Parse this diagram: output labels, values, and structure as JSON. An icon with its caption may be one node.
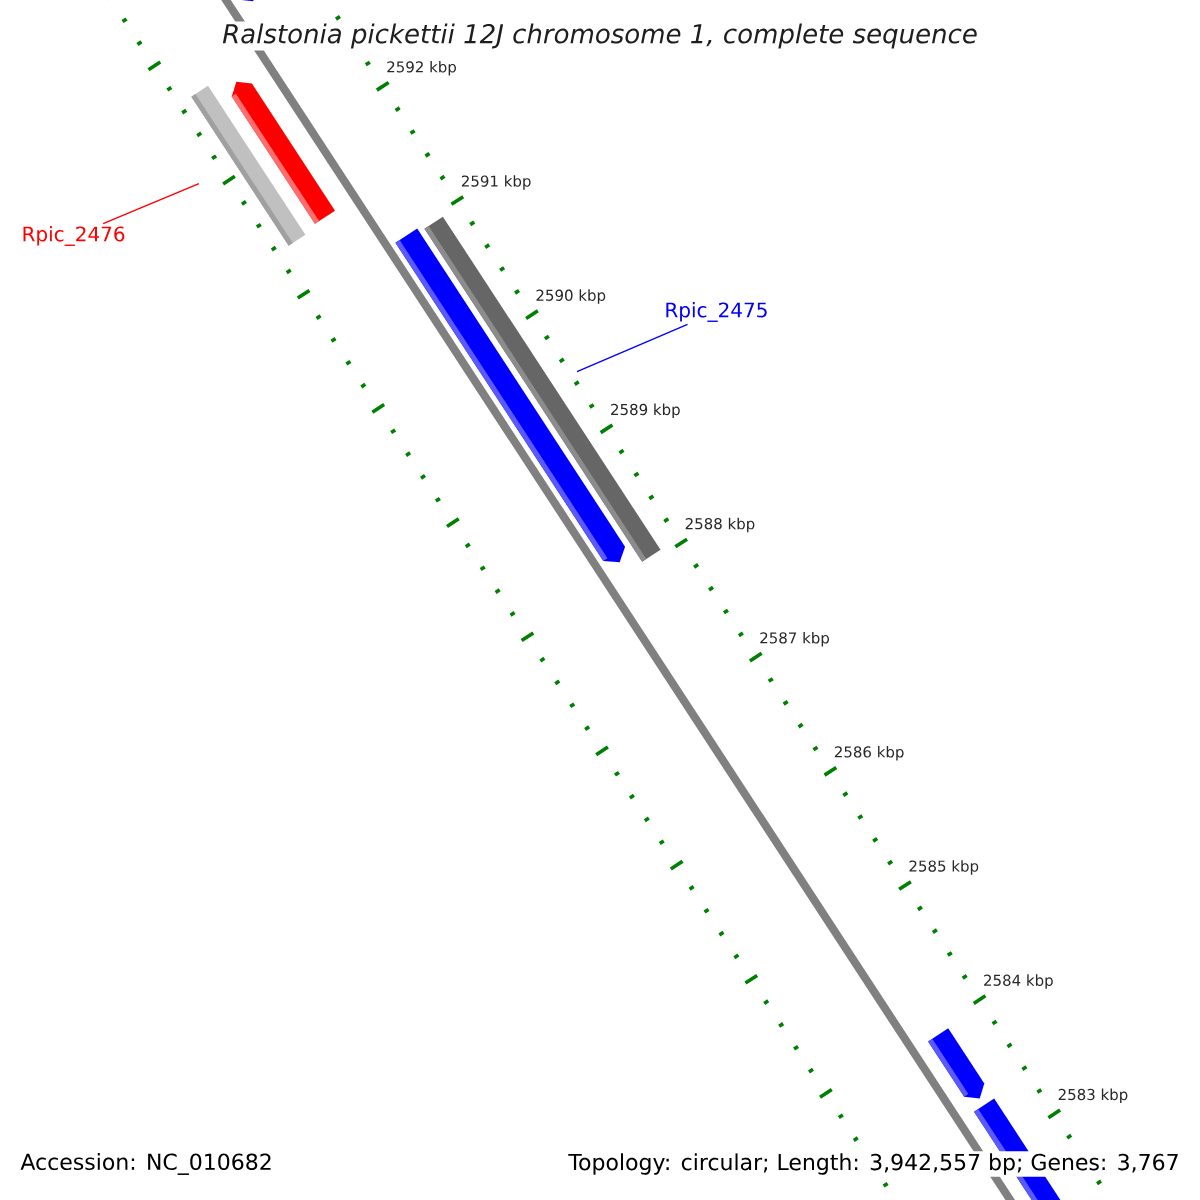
{
  "diagram": {
    "title": "Ralstonia pickettii 12J chromosome 1, complete sequence",
    "nodes": [
      {
        "text": [
          "Rpic_2476"
        ]
      },
      {
        "text": [],
        "shape": "arrow"
      },
      {
        "text": [
          "Rpic_2475"
        ]
      },
      {
        "text": [],
        "shape": "arrow"
      }
    ],
    "edges": [
      {
        "from": 0,
        "to": 1,
        "arrow": "none",
        "color": "#ff0000"
      },
      {
        "from": 2,
        "to": 3,
        "arrow": "none",
        "color": "#0000ff"
      }
    ],
    "labels": [
      "2592 kbp",
      "2591 kbp",
      "2590 kbp",
      "2589 kbp",
      "2588 kbp",
      "2587 kbp",
      "2586 kbp",
      "2585 kbp",
      "2584 kbp",
      "2583 kbp",
      "Accession: NC_010682",
      "Topology: circular; Length: 3,942,557 bp; Genes: 3,767"
    ]
  }
}
